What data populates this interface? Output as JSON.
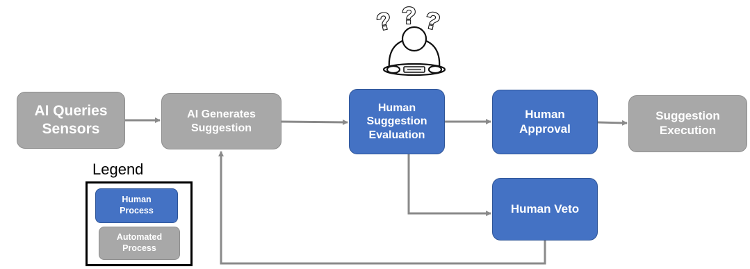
{
  "colors": {
    "human": "#4472c4",
    "automated": "#a8a8a8",
    "connector": "#8a8a8a"
  },
  "figure": {
    "icon": "confused-person-icon",
    "question_marks": "???"
  },
  "nodes": {
    "ai_queries": "AI Queries\nSensors",
    "ai_generates": "AI Generates\nSuggestion",
    "human_evaluation": "Human\nSuggestion\nEvaluation",
    "human_approval": "Human\nApproval",
    "suggestion_execution": "Suggestion\nExecution",
    "human_veto": "Human Veto"
  },
  "legend": {
    "title": "Legend",
    "human": "Human\nProcess",
    "automated": "Automated\nProcess"
  }
}
